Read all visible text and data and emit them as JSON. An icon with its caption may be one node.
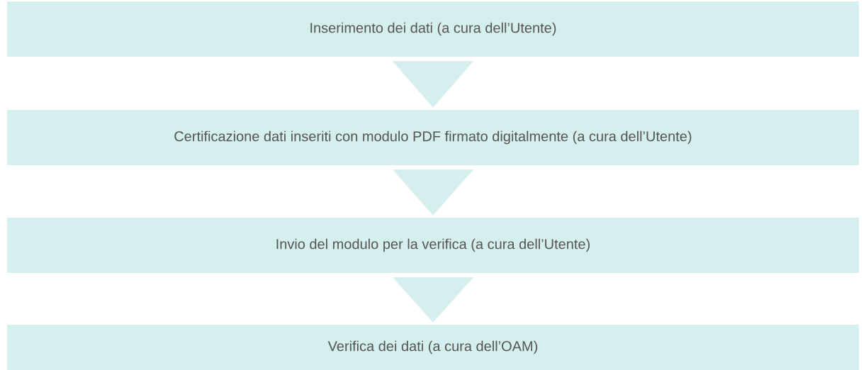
{
  "diagram": {
    "nodes": [
      {
        "text": [
          "Inserimento dei dati (a cura dell’Utente)"
        ]
      },
      {
        "text": [
          "Certificazione dati inseriti con modulo PDF firmato digitalmente (a cura dell’Utente)"
        ]
      },
      {
        "text": [
          "Invio del modulo per la verifica (a cura dell’Utente)"
        ]
      },
      {
        "text": [
          "Verifica dei dati (a cura dell’OAM)"
        ]
      }
    ],
    "edges": [
      {
        "from": 0,
        "to": 1,
        "arrow": "to"
      },
      {
        "from": 1,
        "to": 2,
        "arrow": "to"
      },
      {
        "from": 2,
        "to": 3,
        "arrow": "to"
      }
    ]
  }
}
